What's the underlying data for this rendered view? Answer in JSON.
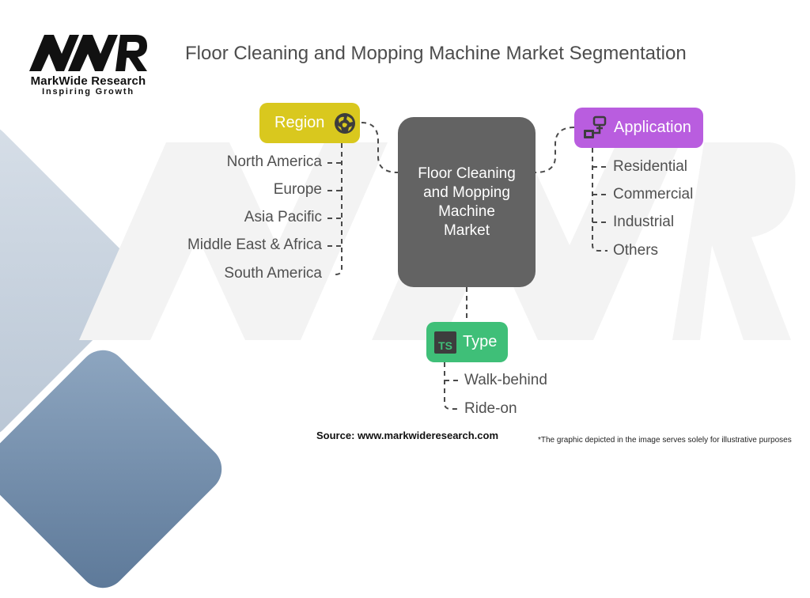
{
  "logo": {
    "mark": "MWR",
    "name": "MarkWide Research",
    "tagline": "Inspiring Growth"
  },
  "title": "Floor Cleaning and Mopping Machine Market Segmentation",
  "center": {
    "label": "Floor Cleaning and Mopping Machine Market"
  },
  "segments": {
    "region": {
      "label": "Region",
      "icon": "globe-icon",
      "color": "#d9c81e",
      "items": [
        "North America",
        "Europe",
        "Asia Pacific",
        "Middle East & Africa",
        "South America"
      ]
    },
    "application": {
      "label": "Application",
      "icon": "network-devices-icon",
      "color": "#b95ddf",
      "items": [
        "Residential",
        "Commercial",
        "Industrial",
        "Others"
      ]
    },
    "type": {
      "label": "Type",
      "icon": "ts-badge-icon",
      "icon_text": "TS",
      "color": "#3fbf78",
      "items": [
        "Walk-behind",
        "Ride-on"
      ]
    }
  },
  "footer": {
    "source": "Source: www.markwideresearch.com",
    "note": "*The graphic depicted in the image serves solely for illustrative purposes"
  }
}
